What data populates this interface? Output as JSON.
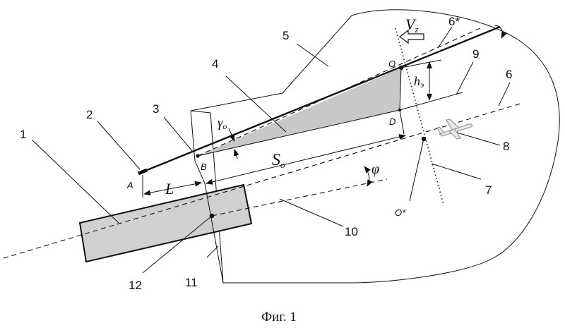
{
  "figure": {
    "caption": "Фиг. 1",
    "part_labels": [
      "1",
      "2",
      "3",
      "4",
      "5",
      "6",
      "6*",
      "7",
      "8",
      "9",
      "10",
      "11",
      "12"
    ],
    "point_labels": {
      "A": "A",
      "B": "B",
      "D": "D",
      "O": "O",
      "O_star": "O*"
    },
    "symbols": {
      "velocity": "V",
      "velocity_sub": "z",
      "gamma": "γ",
      "gamma_sub": "o",
      "distance_S": "S",
      "distance_S_sub": "o",
      "height": "h",
      "height_sub": "э",
      "length_L": "L",
      "angle_phi": "φ"
    },
    "colors": {
      "stroke": "#111111",
      "shaded_fill": "#c8c8c8",
      "rect_fill": "#d0d0d0"
    }
  }
}
